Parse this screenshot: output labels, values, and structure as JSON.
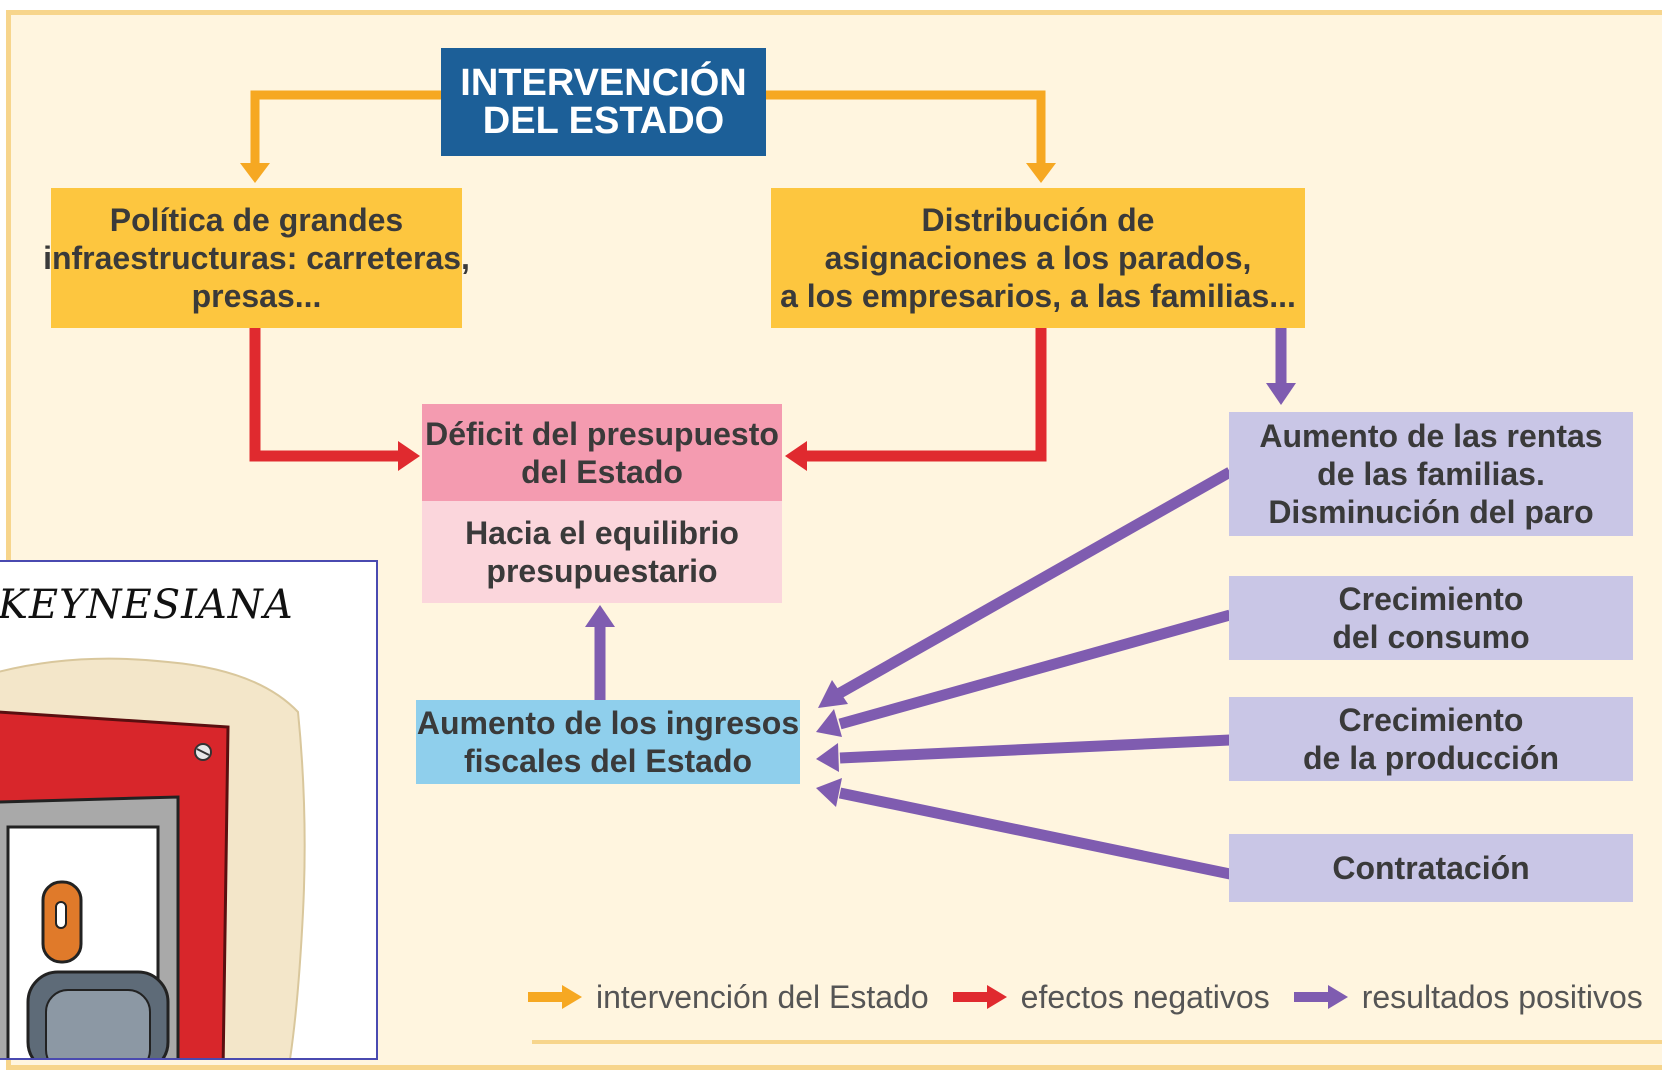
{
  "diagram": {
    "title": [
      "INTERVENCIÓN",
      "DEL ESTADO"
    ],
    "infra_box": [
      "Política de grandes",
      "infraestructuras: carreteras,",
      "presas..."
    ],
    "distribucion_box": [
      "Distribución de",
      "asignaciones a los parados,",
      "a los empresarios, a las familias..."
    ],
    "deficit_box": [
      "Déficit del presupuesto",
      "del Estado"
    ],
    "equilibrio_box": [
      "Hacia el equilibrio",
      "presupuestario"
    ],
    "ingresos_box": [
      "Aumento de los ingresos",
      "fiscales del Estado"
    ],
    "rentas_box": [
      "Aumento de las rentas",
      "de las familias.",
      "Disminución del paro"
    ],
    "consumo_box": [
      "Crecimiento",
      "del consumo"
    ],
    "produccion_box": [
      "Crecimiento",
      "de la producción"
    ],
    "contratacion_box": [
      "Contratación"
    ]
  },
  "legend": {
    "intervencion": "intervención del Estado",
    "negativos": "efectos negativos",
    "positivos": "resultados positivos"
  },
  "colors": {
    "orange_arrow": "#f6a822",
    "red_arrow": "#e02a2f",
    "purple_arrow": "#7f5cb0"
  },
  "inset": {
    "title": "KEYNESIANA"
  }
}
